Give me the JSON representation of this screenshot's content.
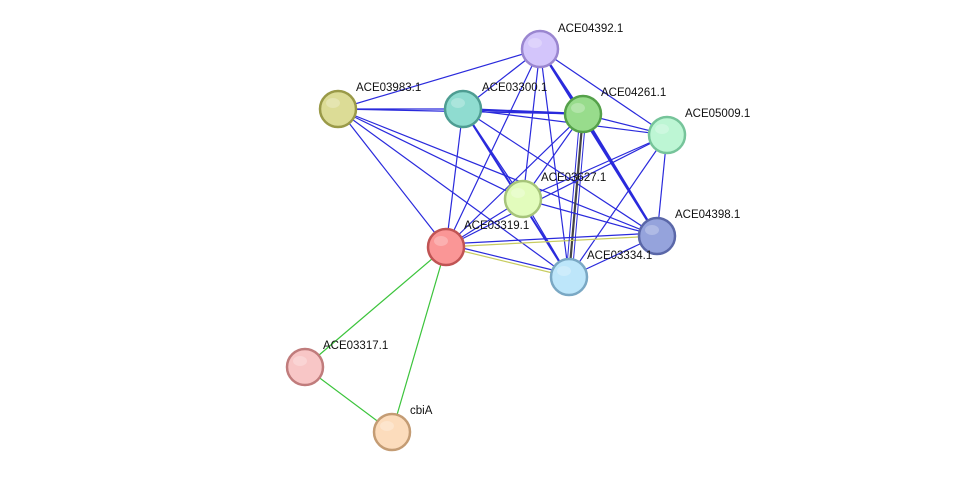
{
  "nodes": [
    {
      "id": "ACE04392.1",
      "label": "ACE04392.1",
      "fill": "#d3c5fb",
      "stroke": "#9a86d0"
    },
    {
      "id": "ACE03983.1",
      "label": "ACE03983.1",
      "fill": "#dcdc96",
      "stroke": "#9a9a48"
    },
    {
      "id": "ACE03300.1",
      "label": "ACE03300.1",
      "fill": "#8fdcd0",
      "stroke": "#4e9d92"
    },
    {
      "id": "ACE04261.1",
      "label": "ACE04261.1",
      "fill": "#98dc8c",
      "stroke": "#55a14a"
    },
    {
      "id": "ACE05009.1",
      "label": "ACE05009.1",
      "fill": "#bdf6d4",
      "stroke": "#76c49a"
    },
    {
      "id": "ACE03627.1",
      "label": "ACE03627.1",
      "fill": "#e2fcbc",
      "stroke": "#a6c47a"
    },
    {
      "id": "ACE04398.1",
      "label": "ACE04398.1",
      "fill": "#95a3dc",
      "stroke": "#5a67a8"
    },
    {
      "id": "ACE03319.1",
      "label": "ACE03319.1",
      "fill": "#fa9696",
      "stroke": "#c05454"
    },
    {
      "id": "ACE03334.1",
      "label": "ACE03334.1",
      "fill": "#bde6fa",
      "stroke": "#7aa8c4"
    },
    {
      "id": "ACE03317.1",
      "label": "ACE03317.1",
      "fill": "#f8c6c6",
      "stroke": "#c07c7c"
    },
    {
      "id": "cbiA",
      "label": "cbiA",
      "fill": "#fcdcbc",
      "stroke": "#c49c74"
    }
  ],
  "edge_colors": {
    "blue": "#2a2adc",
    "green": "#3cc43c",
    "yellow": "#c8cc60",
    "dark": "#444444"
  }
}
